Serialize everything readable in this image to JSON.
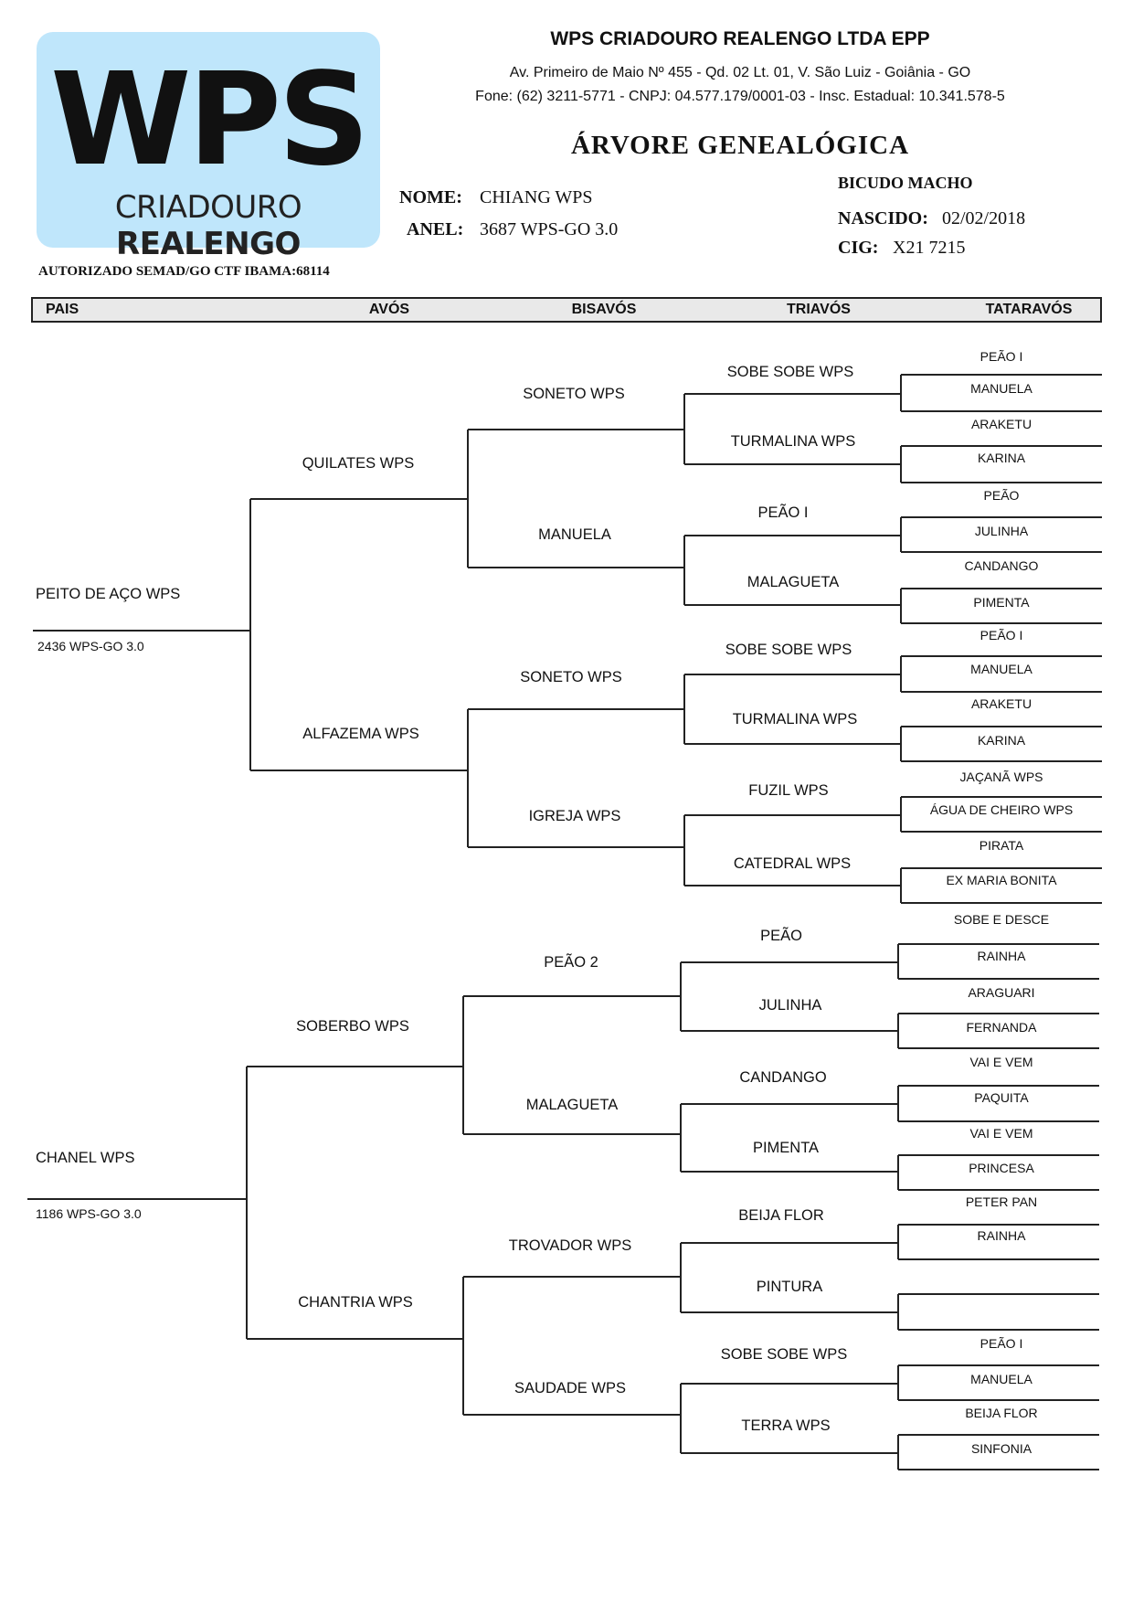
{
  "logo": {
    "main": "WPS",
    "sub_light": "CRIADOURO ",
    "sub_bold": "REALENGO",
    "background": "#bfe6fb"
  },
  "company": {
    "name": "WPS CRIADOURO REALENGO LTDA EPP",
    "address": "Av. Primeiro de Maio Nº 455 - Qd. 02 Lt. 01, V. São Luiz  - Goiânia - GO",
    "contact": "Fone: (62) 3211-5771  -  CNPJ: 04.577.179/0001-03  -  Insc. Estadual: 10.341.578-5"
  },
  "document": {
    "title": "ÁRVORE  GENEALÓGICA"
  },
  "bird": {
    "name_label": "NOME:",
    "name": "CHIANG WPS",
    "ring_label": "ANEL:",
    "ring": "3687 WPS-GO 3.0",
    "species": "BICUDO MACHO",
    "born_label": "NASCIDO:",
    "born": "02/02/2018",
    "cig_label": "CIG:",
    "cig": "X21 7215"
  },
  "authorization": "AUTORIZADO SEMAD/GO CTF IBAMA:68114",
  "columns": [
    "PAIS",
    "AVÓS",
    "BISAVÓS",
    "TRIAVÓS",
    "TATARAVÓS"
  ],
  "parents": [
    {
      "name": "PEITO DE AÇO WPS",
      "ring": "2436 WPS-GO 3.0"
    },
    {
      "name": "CHANEL WPS",
      "ring": "1186 WPS-GO 3.0"
    }
  ],
  "grandparents": [
    "QUILATES WPS",
    "ALFAZEMA WPS",
    "SOBERBO WPS",
    "CHANTRIA WPS"
  ],
  "great_grandparents": [
    "SONETO WPS",
    "MANUELA",
    "SONETO WPS",
    "IGREJA WPS",
    "PEÃO 2",
    "MALAGUETA",
    "TROVADOR WPS",
    "SAUDADE WPS"
  ],
  "great2_grandparents": [
    "SOBE SOBE WPS",
    "TURMALINA WPS",
    "PEÃO I",
    "MALAGUETA",
    "SOBE SOBE WPS",
    "TURMALINA WPS",
    "FUZIL WPS",
    "CATEDRAL WPS",
    "PEÃO",
    "JULINHA",
    "CANDANGO",
    "PIMENTA",
    "BEIJA FLOR",
    "PINTURA",
    "SOBE SOBE WPS",
    "TERRA WPS"
  ],
  "great3_grandparents": [
    "PEÃO I",
    "MANUELA",
    "ARAKETU",
    "KARINA",
    "PEÃO",
    "JULINHA",
    "CANDANGO",
    "PIMENTA",
    "PEÃO I",
    "MANUELA",
    "ARAKETU",
    "KARINA",
    "JAÇANÃ WPS",
    "ÁGUA DE CHEIRO WPS",
    "PIRATA",
    "EX MARIA BONITA",
    "SOBE E DESCE",
    "RAINHA",
    "ARAGUARI",
    "FERNANDA",
    "VAI E VEM",
    "PAQUITA",
    "VAI E VEM",
    "PRINCESA",
    "PETER PAN",
    "RAINHA",
    "",
    "",
    "PEÃO I",
    "MANUELA",
    "BEIJA FLOR",
    "SINFONIA"
  ]
}
